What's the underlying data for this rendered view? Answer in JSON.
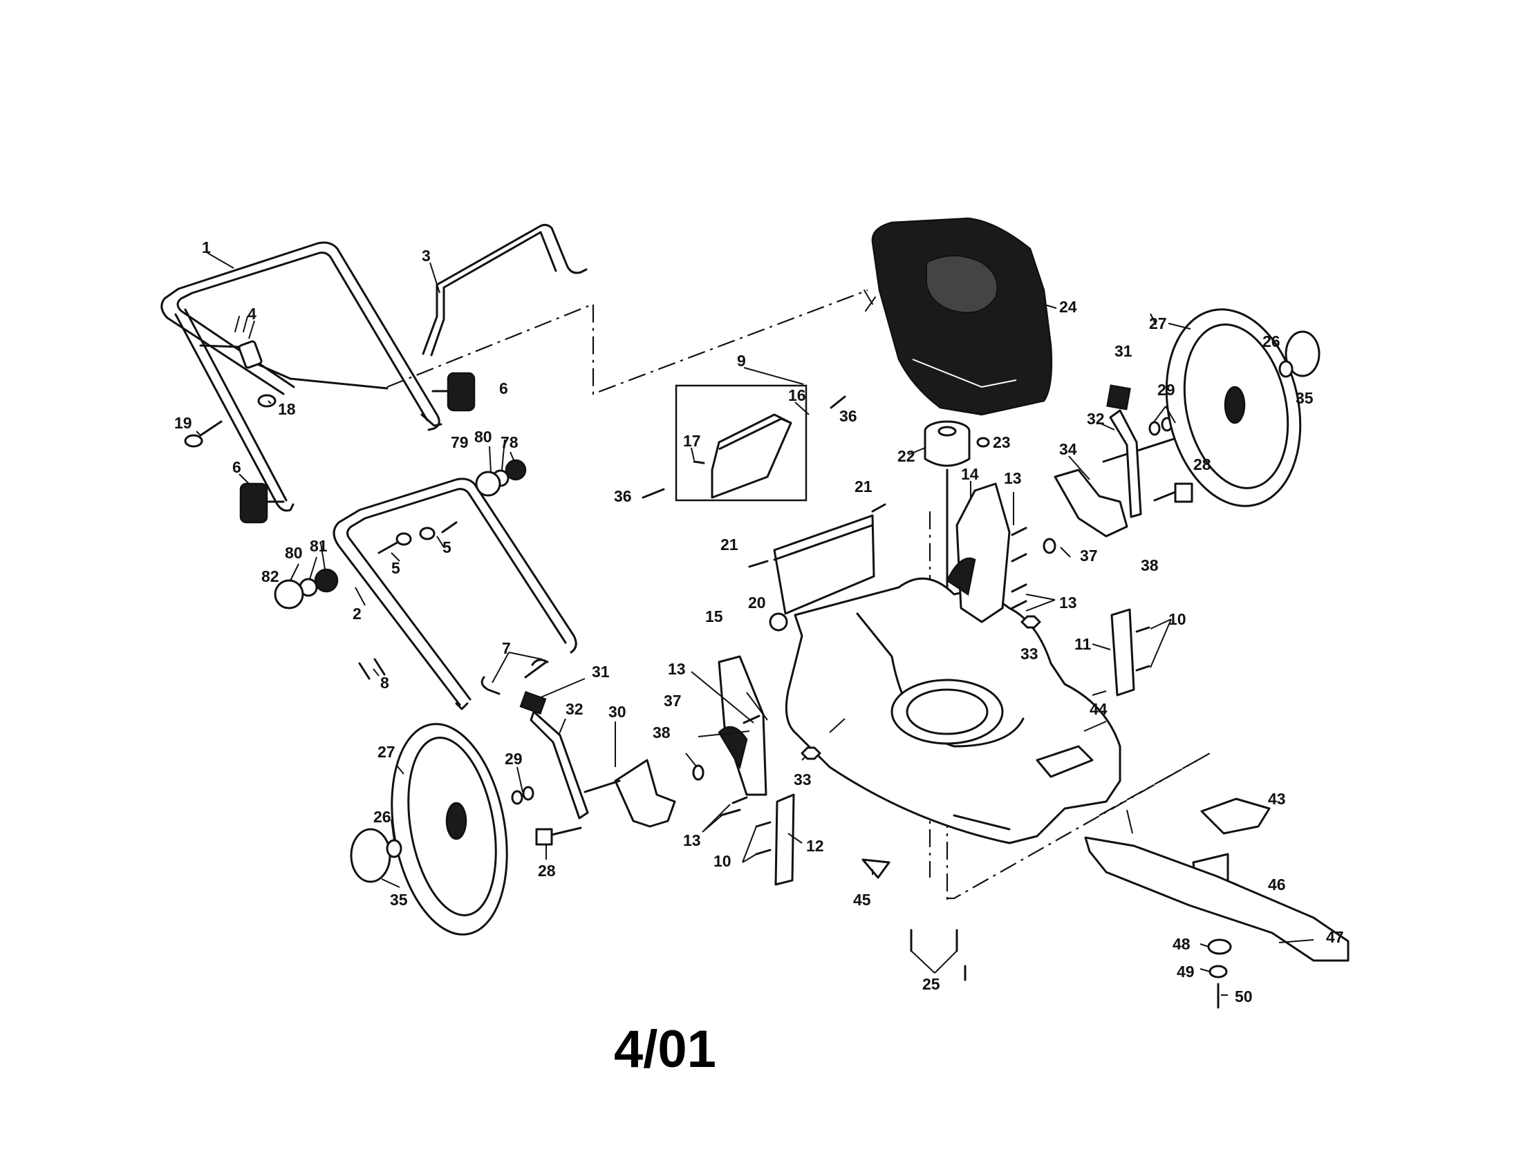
{
  "diagram": {
    "date_code": "4/01",
    "callouts": [
      {
        "id": "c1",
        "text": "1"
      },
      {
        "id": "c2",
        "text": "2"
      },
      {
        "id": "c3",
        "text": "3"
      },
      {
        "id": "c4",
        "text": "4"
      },
      {
        "id": "c5a",
        "text": "5"
      },
      {
        "id": "c5b",
        "text": "5"
      },
      {
        "id": "c6a",
        "text": "6"
      },
      {
        "id": "c6b",
        "text": "6"
      },
      {
        "id": "c7",
        "text": "7"
      },
      {
        "id": "c8",
        "text": "8"
      },
      {
        "id": "c9",
        "text": "9"
      },
      {
        "id": "c10a",
        "text": "10"
      },
      {
        "id": "c10b",
        "text": "10"
      },
      {
        "id": "c11",
        "text": "11"
      },
      {
        "id": "c12",
        "text": "12"
      },
      {
        "id": "c13a",
        "text": "13"
      },
      {
        "id": "c13b",
        "text": "13"
      },
      {
        "id": "c13c",
        "text": "13"
      },
      {
        "id": "c13d",
        "text": "13"
      },
      {
        "id": "c14",
        "text": "14"
      },
      {
        "id": "c15",
        "text": "15"
      },
      {
        "id": "c16",
        "text": "16"
      },
      {
        "id": "c17",
        "text": "17"
      },
      {
        "id": "c18",
        "text": "18"
      },
      {
        "id": "c19",
        "text": "19"
      },
      {
        "id": "c20",
        "text": "20"
      },
      {
        "id": "c21a",
        "text": "21"
      },
      {
        "id": "c21b",
        "text": "21"
      },
      {
        "id": "c22",
        "text": "22"
      },
      {
        "id": "c23",
        "text": "23"
      },
      {
        "id": "c24",
        "text": "24"
      },
      {
        "id": "c25",
        "text": "25"
      },
      {
        "id": "c26a",
        "text": "26"
      },
      {
        "id": "c26b",
        "text": "26"
      },
      {
        "id": "c27a",
        "text": "27"
      },
      {
        "id": "c27b",
        "text": "27"
      },
      {
        "id": "c28a",
        "text": "28"
      },
      {
        "id": "c28b",
        "text": "28"
      },
      {
        "id": "c29a",
        "text": "29"
      },
      {
        "id": "c29b",
        "text": "29"
      },
      {
        "id": "c30",
        "text": "30"
      },
      {
        "id": "c31a",
        "text": "31"
      },
      {
        "id": "c31b",
        "text": "31"
      },
      {
        "id": "c32a",
        "text": "32"
      },
      {
        "id": "c32b",
        "text": "32"
      },
      {
        "id": "c33a",
        "text": "33"
      },
      {
        "id": "c33b",
        "text": "33"
      },
      {
        "id": "c34",
        "text": "34"
      },
      {
        "id": "c35a",
        "text": "35"
      },
      {
        "id": "c35b",
        "text": "35"
      },
      {
        "id": "c36a",
        "text": "36"
      },
      {
        "id": "c36b",
        "text": "36"
      },
      {
        "id": "c37a",
        "text": "37"
      },
      {
        "id": "c37b",
        "text": "37"
      },
      {
        "id": "c38a",
        "text": "38"
      },
      {
        "id": "c38b",
        "text": "38"
      },
      {
        "id": "c43",
        "text": "43"
      },
      {
        "id": "c44",
        "text": "44"
      },
      {
        "id": "c45",
        "text": "45"
      },
      {
        "id": "c46",
        "text": "46"
      },
      {
        "id": "c47",
        "text": "47"
      },
      {
        "id": "c48",
        "text": "48"
      },
      {
        "id": "c49",
        "text": "49"
      },
      {
        "id": "c50",
        "text": "50"
      },
      {
        "id": "c78",
        "text": "78"
      },
      {
        "id": "c79",
        "text": "79"
      },
      {
        "id": "c80a",
        "text": "80"
      },
      {
        "id": "c80b",
        "text": "80"
      },
      {
        "id": "c81",
        "text": "81"
      },
      {
        "id": "c82",
        "text": "82"
      }
    ]
  }
}
